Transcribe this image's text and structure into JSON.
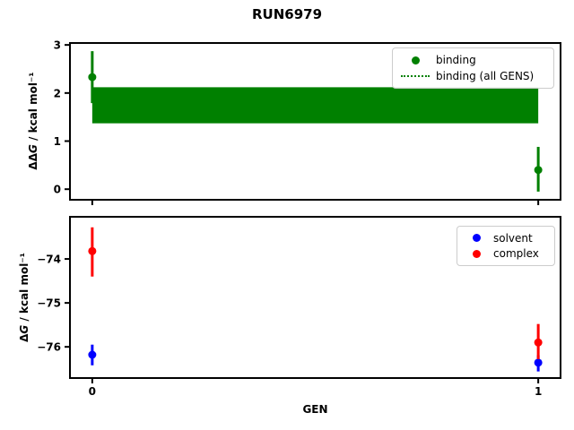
{
  "title": "RUN6979",
  "xlabel": "GEN",
  "chart_data": [
    {
      "type": "scatter",
      "subplot": "top",
      "ylabel": "ΔΔG / kcal mol⁻¹",
      "ylabel_parts": {
        "prefix": "ΔΔ",
        "var": "G",
        "unit": " / kcal mol⁻¹"
      },
      "xlim": [
        -0.05,
        1.05
      ],
      "ylim": [
        -0.22,
        3.04
      ],
      "xticks": [
        0,
        1
      ],
      "yticks": [
        0,
        1,
        2,
        3
      ],
      "ytick_labels": [
        "0",
        "1",
        "2",
        "3"
      ],
      "grid": false,
      "legend_position": "upper right",
      "series": [
        {
          "name": "binding",
          "color": "#008000",
          "marker": "circle",
          "x": [
            0,
            1
          ],
          "y": [
            2.33,
            0.4
          ],
          "err_lo": [
            1.79,
            -0.05
          ],
          "err_hi": [
            2.87,
            0.88
          ]
        }
      ],
      "band": {
        "name": "binding (all GENS)",
        "color": "#008000",
        "x_range": [
          0,
          1
        ],
        "y_range": [
          1.37,
          2.12
        ]
      },
      "legend": [
        {
          "label": "binding",
          "marker": "dot",
          "color": "#008000"
        },
        {
          "label": "binding (all GENS)",
          "marker": "dotted-line",
          "color": "#008000"
        }
      ]
    },
    {
      "type": "scatter",
      "subplot": "bottom",
      "xlabel": "GEN",
      "ylabel": "ΔG / kcal mol⁻¹",
      "ylabel_parts": {
        "prefix": "Δ",
        "var": "G",
        "unit": " / kcal mol⁻¹"
      },
      "xlim": [
        -0.05,
        1.05
      ],
      "ylim": [
        -76.71,
        -73.04
      ],
      "xticks": [
        0,
        1
      ],
      "xtick_labels": [
        "0",
        "1"
      ],
      "yticks": [
        -74,
        -75,
        -76
      ],
      "ytick_labels": [
        "−74",
        "−75",
        "−76"
      ],
      "grid": false,
      "legend_position": "upper right",
      "series": [
        {
          "name": "solvent",
          "color": "#0000ff",
          "marker": "circle",
          "x": [
            0,
            1
          ],
          "y": [
            -76.18,
            -76.36
          ],
          "err_lo": [
            -76.42,
            -76.56
          ],
          "err_hi": [
            -75.95,
            -76.19
          ]
        },
        {
          "name": "complex",
          "color": "#ff0000",
          "marker": "circle",
          "x": [
            0,
            1
          ],
          "y": [
            -73.82,
            -75.9
          ],
          "err_lo": [
            -74.4,
            -76.28
          ],
          "err_hi": [
            -73.28,
            -75.48
          ]
        }
      ],
      "legend": [
        {
          "label": "solvent",
          "marker": "dot",
          "color": "#0000ff"
        },
        {
          "label": "complex",
          "marker": "dot",
          "color": "#ff0000"
        }
      ]
    }
  ]
}
